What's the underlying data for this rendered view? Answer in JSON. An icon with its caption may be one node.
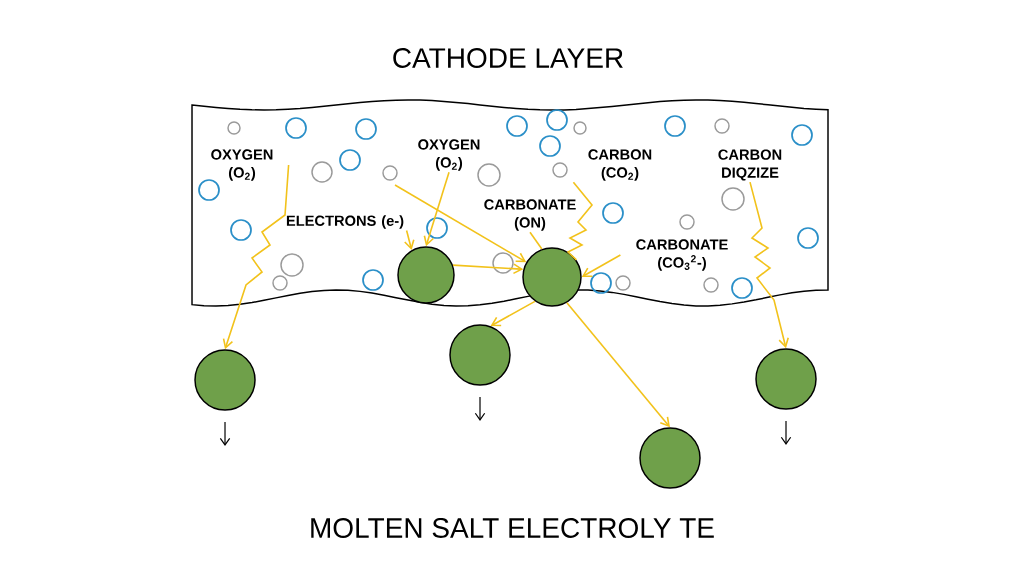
{
  "diagram": {
    "nodes": [
      {
        "text": [
          "CATHODE LAYER"
        ]
      },
      {
        "text": [
          "OXYGEN (O$_{2}$)"
        ],
        "in": 0
      },
      {
        "text": [
          "OXYGEN (O$_{2}$)"
        ],
        "in": 0
      },
      {
        "text": [
          "ELECTRONS (e-)"
        ],
        "in": 0
      },
      {
        "text": [
          "CARBONATE (ON)"
        ],
        "in": 0
      },
      {
        "text": [
          "CARBON (CO$_{2}$)"
        ],
        "in": 0
      },
      {
        "text": [
          "CARBONATE (CO$_{3}$$^{2}$-)"
        ],
        "in": 0
      },
      {
        "text": [
          "CARBON DIQZIZE"
        ],
        "in": 0
      },
      {
        "text": [],
        "shape": "circle",
        "in": 0
      },
      {
        "text": [],
        "shape": "circle",
        "in": 0
      },
      {
        "text": [],
        "shape": "circle"
      },
      {
        "text": [],
        "shape": "circle"
      },
      {
        "text": [],
        "shape": "circle"
      },
      {
        "text": [],
        "shape": "circle"
      }
    ],
    "edges": [
      {
        "from": 1,
        "to": 10,
        "arrow": "to"
      },
      {
        "from": 3,
        "to": 8,
        "arrow": "to"
      },
      {
        "from": 2,
        "to": 8,
        "arrow": "to"
      },
      {
        "from": null,
        "to": 9,
        "arrow": "to"
      },
      {
        "from": 8,
        "to": 9,
        "arrow": "to"
      },
      {
        "from": 4,
        "to": 9,
        "arrow": "none"
      },
      {
        "from": 5,
        "to": 9,
        "arrow": "none"
      },
      {
        "from": 6,
        "to": 9,
        "arrow": "to"
      },
      {
        "from": 9,
        "to": 11,
        "arrow": "to"
      },
      {
        "from": 9,
        "to": 12,
        "arrow": "to"
      },
      {
        "from": 7,
        "to": 13,
        "arrow": "to"
      }
    ],
    "labels": [
      "MOLTEN SALT ELECTROLY TE"
    ]
  }
}
